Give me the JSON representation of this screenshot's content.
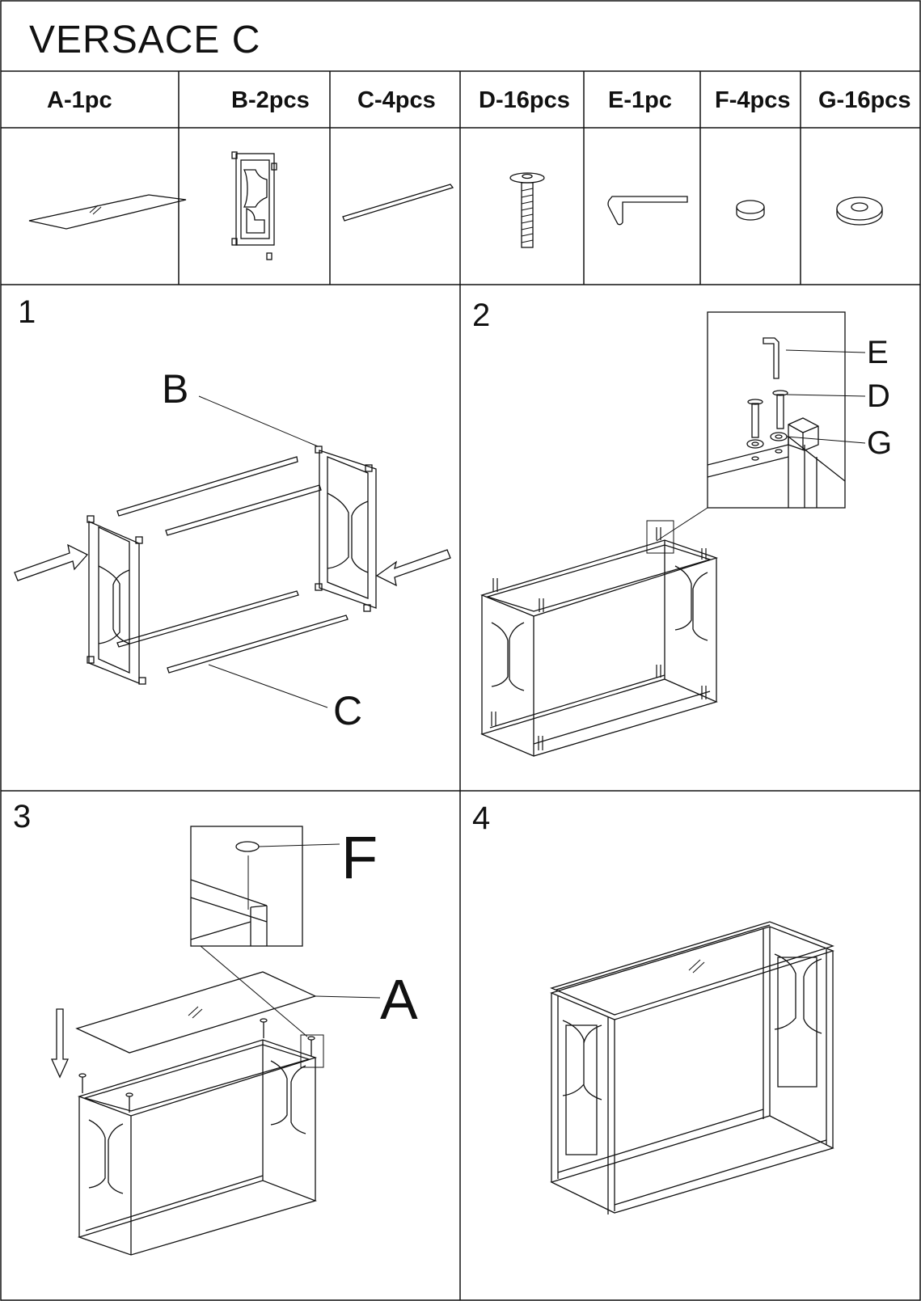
{
  "title": "VERSACE C",
  "parts": [
    {
      "label": "A-1pc",
      "icon": "glass-top-icon"
    },
    {
      "label": "B-2pcs",
      "icon": "side-frame-icon"
    },
    {
      "label": "C-4pcs",
      "icon": "crossbar-icon"
    },
    {
      "label": "D-16pcs",
      "icon": "bolt-icon"
    },
    {
      "label": "E-1pc",
      "icon": "allen-key-icon"
    },
    {
      "label": "F-4pcs",
      "icon": "pad-icon"
    },
    {
      "label": "G-16pcs",
      "icon": "washer-icon"
    }
  ],
  "steps": [
    {
      "number": "1",
      "callouts": [
        "B",
        "C"
      ]
    },
    {
      "number": "2",
      "callouts": [
        "E",
        "D",
        "G"
      ]
    },
    {
      "number": "3",
      "callouts": [
        "F",
        "A"
      ]
    },
    {
      "number": "4",
      "callouts": []
    }
  ]
}
